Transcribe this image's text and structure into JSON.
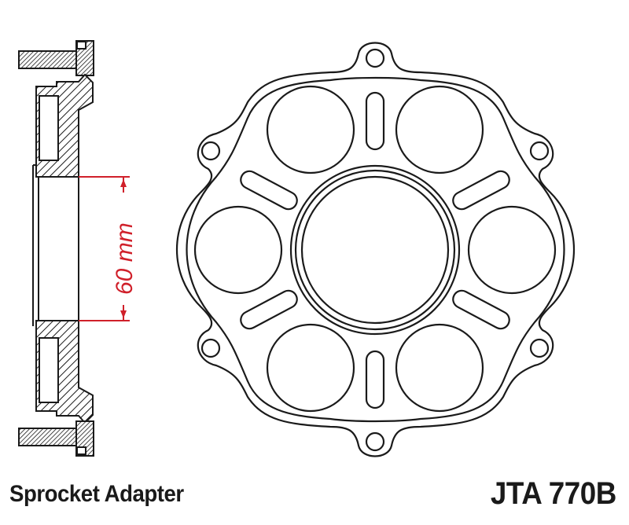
{
  "product": {
    "name": "Sprocket Adapter",
    "part_number": "JTA 770B"
  },
  "dimension": {
    "value": "60",
    "unit": "mm",
    "label": "60 mm",
    "color": "#d0202a"
  },
  "views": {
    "side_section": "cross-section-side-view",
    "front": "front-view"
  },
  "colors": {
    "line": "#1a1a1a",
    "background": "#ffffff",
    "dimension": "#d0202a"
  }
}
